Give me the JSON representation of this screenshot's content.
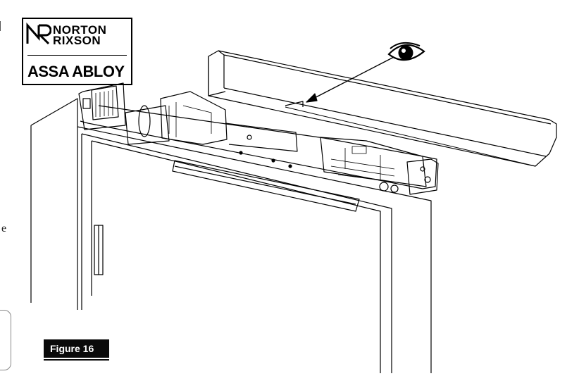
{
  "logo": {
    "brand_line1": "NORTON",
    "brand_line2": "RIXSON",
    "parent_brand": "ASSA ABLOY"
  },
  "figure": {
    "caption": "Figure 16"
  },
  "fragments": {
    "right_of_logo": "e"
  },
  "icons": [
    "eye-icon",
    "arrow"
  ],
  "colors": {
    "caption_bg": "#0a0a0a",
    "caption_text": "#ffffff",
    "line": "#000000"
  }
}
